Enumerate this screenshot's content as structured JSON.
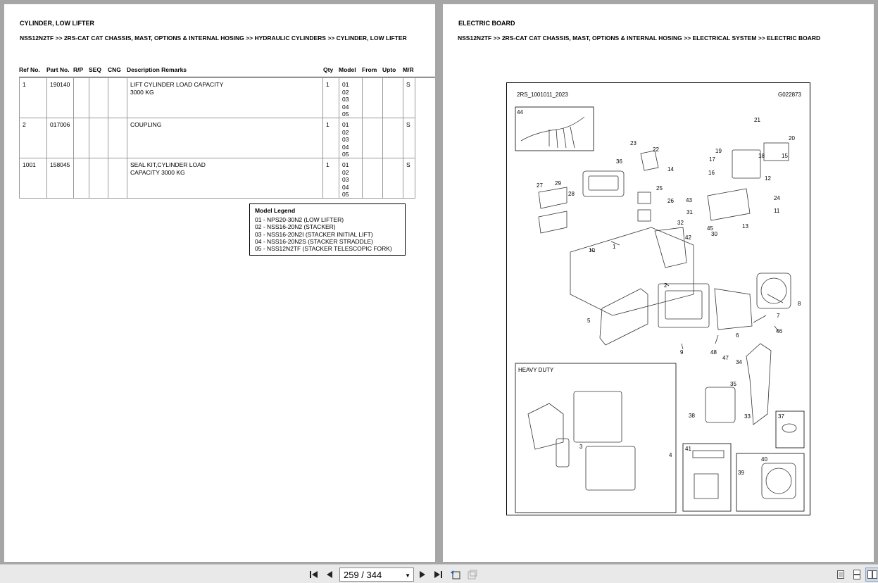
{
  "left_page": {
    "title": "CYLINDER, LOW LIFTER",
    "breadcrumb": "NSS12N2TF >> 2RS-CAT CAT CHASSIS, MAST, OPTIONS & INTERNAL HOSING >> HYDRAULIC CYLINDERS >> CYLINDER, LOW LIFTER",
    "columns": [
      "Ref No.",
      "Part No.",
      "R/P",
      "SEQ",
      "CNG",
      "Description Remarks",
      "Qty",
      "Model",
      "From",
      "Upto",
      "M/R"
    ],
    "rows": [
      {
        "ref": "1",
        "part": "190140",
        "desc": "LIFT CYLINDER LOAD CAPACITY 3000 KG",
        "qty": "1",
        "models": [
          "01",
          "02",
          "03",
          "04",
          "05"
        ],
        "mr": "S"
      },
      {
        "ref": "2",
        "part": "017006",
        "desc": "COUPLING",
        "qty": "1",
        "models": [
          "01",
          "02",
          "03",
          "04",
          "05"
        ],
        "mr": "S"
      },
      {
        "ref": "1001",
        "part": "158045",
        "desc": "SEAL KIT,CYLINDER LOAD CAPACITY 3000 KG",
        "qty": "1",
        "models": [
          "01",
          "02",
          "03",
          "04",
          "05"
        ],
        "mr": "S"
      }
    ],
    "legend": {
      "title": "Model Legend",
      "items": [
        "01 - NPS20-30N2 (LOW LIFTER)",
        "02 - NSS16-20N2 (STACKER)",
        "03 - NSS16-20N2I (STACKER INITIAL LIFT)",
        "04 - NSS16-20N2S (STACKER STRADDLE)",
        "05 - NSS12N2TF (STACKER TELESCOPIC FORK)"
      ]
    }
  },
  "right_page": {
    "title": "ELECTRIC BOARD",
    "breadcrumb": "NSS12N2TF >> 2RS-CAT CAT CHASSIS, MAST, OPTIONS & INTERNAL HOSING >> ELECTRICAL SYSTEM >> ELECTRIC BOARD",
    "diagram": {
      "drawing_id": "2RS_1001011_2023",
      "code": "G022873",
      "inset_heavy_duty": "HEAVY DUTY",
      "callouts": [
        "44",
        "36",
        "23",
        "22",
        "14",
        "27",
        "29",
        "28",
        "25",
        "26",
        "43",
        "31",
        "32",
        "42",
        "45",
        "30",
        "13",
        "16",
        "17",
        "19",
        "21",
        "20",
        "15",
        "18",
        "12",
        "24",
        "11",
        "10",
        "1",
        "2",
        "5",
        "9",
        "48",
        "47",
        "6",
        "46",
        "7",
        "8",
        "34",
        "35",
        "33",
        "38",
        "37",
        "40",
        "39",
        "41",
        "3",
        "4"
      ]
    }
  },
  "toolbar": {
    "page_indicator": "259 / 344"
  }
}
